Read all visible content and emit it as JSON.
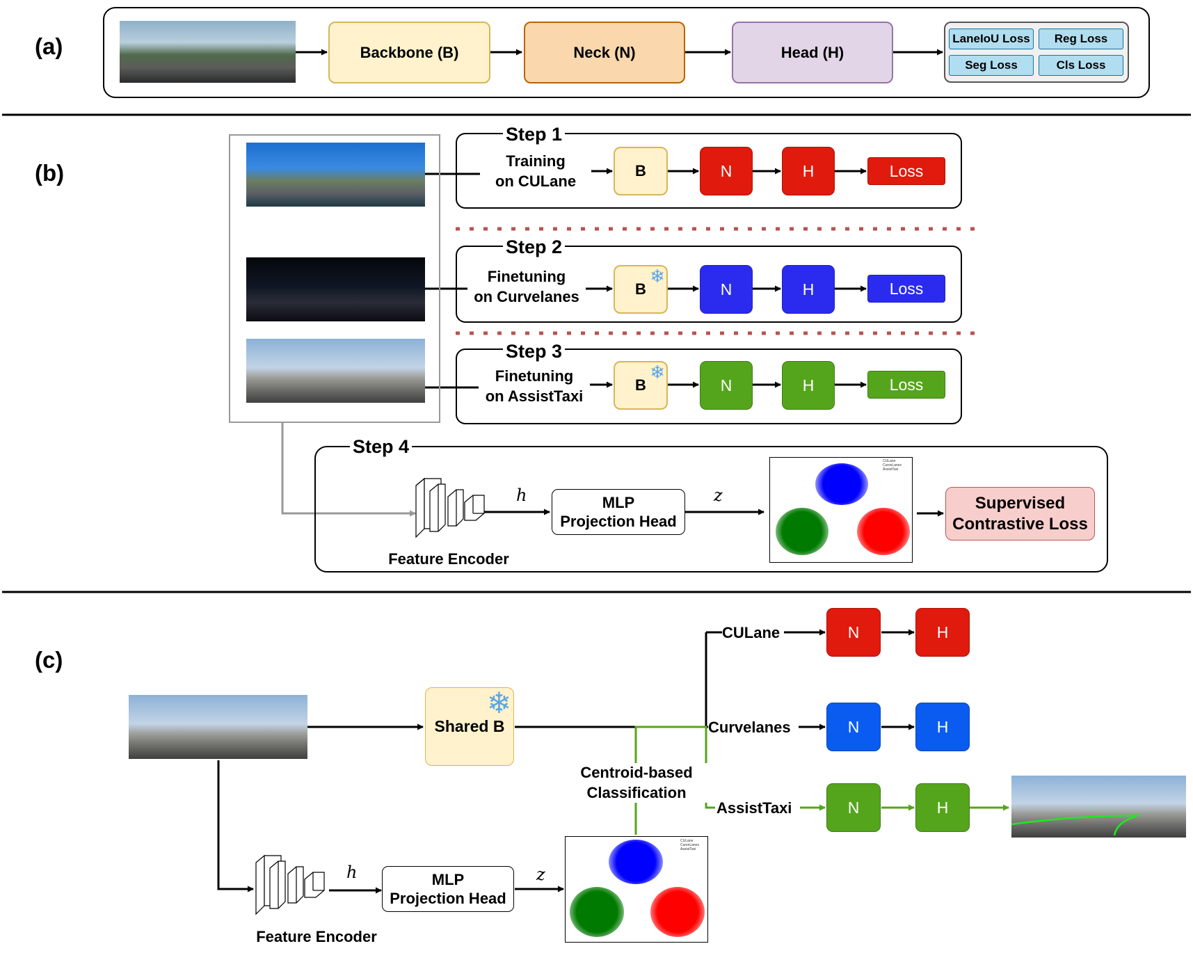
{
  "panels": {
    "a": "(a)",
    "b": "(b)",
    "c": "(c)"
  },
  "panel_a": {
    "backbone": "Backbone (B)",
    "neck": "Neck (N)",
    "head": "Head (H)",
    "losses": [
      "LaneIoU Loss",
      "Reg Loss",
      "Seg Loss",
      "Cls Loss"
    ]
  },
  "panel_b": {
    "steps": [
      {
        "title": "Step 1",
        "caption": [
          "Training",
          "on CULane"
        ],
        "b": "B",
        "n": "N",
        "h": "H",
        "loss": "Loss",
        "color": "#e01a0c",
        "frozen": false
      },
      {
        "title": "Step 2",
        "caption": [
          "Finetuning",
          "on Curvelanes"
        ],
        "b": "B",
        "n": "N",
        "h": "H",
        "loss": "Loss",
        "color": "#2b2bf0",
        "frozen": true
      },
      {
        "title": "Step 3",
        "caption": [
          "Finetuning",
          "on AssistTaxi"
        ],
        "b": "B",
        "n": "N",
        "h": "H",
        "loss": "Loss",
        "color": "#55a51c",
        "frozen": true
      }
    ],
    "step4": {
      "title": "Step 4",
      "encoder": "Feature Encoder",
      "h": "h",
      "mlp": [
        "MLP",
        "Projection Head"
      ],
      "z": "z",
      "loss": [
        "Supervised",
        "Contrastive Loss"
      ],
      "legend": [
        "CULane",
        "CurveLanes",
        "AssistTaxi"
      ]
    }
  },
  "panel_c": {
    "shared": "Shared B",
    "branches": [
      {
        "label": "CULane",
        "n": "N",
        "h": "H",
        "color": "#e01a0c"
      },
      {
        "label": "Curvelanes",
        "n": "N",
        "h": "H",
        "color": "#0a5cf0"
      },
      {
        "label": "AssistTaxi",
        "n": "N",
        "h": "H",
        "color": "#55a51c"
      }
    ],
    "classification": [
      "Centroid-based",
      "Classification"
    ],
    "encoder": "Feature Encoder",
    "h": "h",
    "mlp": [
      "MLP",
      "Projection Head"
    ],
    "z": "z",
    "legend": [
      "CULane",
      "CurveLanes",
      "AssistTaxi"
    ]
  },
  "colors": {
    "backbone_fill": "#fff2cc",
    "backbone_border": "#d6b656",
    "neck_fill": "#fad7ac",
    "neck_border": "#b46504",
    "head_fill": "#e1d5e7",
    "head_border": "#9673a6",
    "loss_fill": "#b1ddf0",
    "loss_border": "#10739e",
    "supcon_fill": "#f8cecc",
    "supcon_border": "#b85450",
    "green_line": "#55a51c",
    "gray_line": "#999999",
    "dots": "#b85450"
  }
}
